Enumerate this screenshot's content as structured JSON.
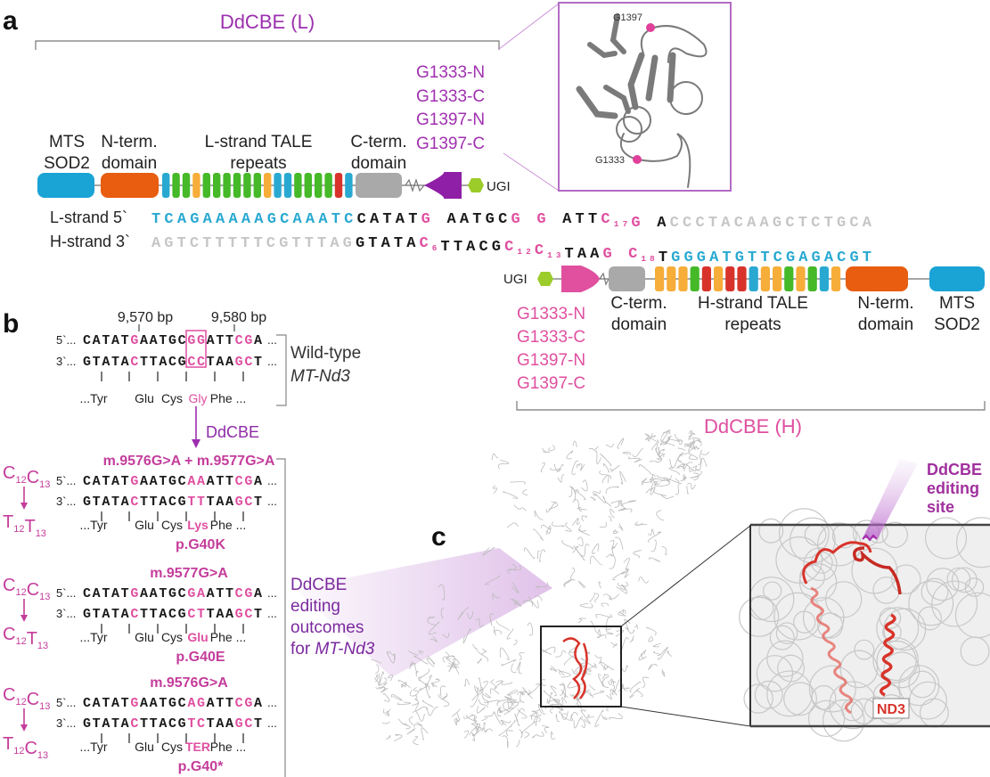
{
  "colors": {
    "purple": "#9b2fae",
    "pink": "#df4fa0",
    "blue": "#29a9d1",
    "orange": "#e85d0f",
    "gray": "#a9a9a9",
    "green": "#45b928",
    "red": "#d8332a",
    "yellow": "#f7ad3a",
    "lime": "#9ccc2a",
    "outcome_purple": "#7b2a9e"
  },
  "panel_a": {
    "label": "a",
    "l_title": "DdCBE (L)",
    "l_sites": [
      "G1333-N",
      "G1333-C",
      "G1397-N",
      "G1397-C"
    ],
    "l_construct": {
      "mts": [
        "MTS",
        "SOD2"
      ],
      "nterm": [
        "N-term.",
        "domain"
      ],
      "tale": [
        "L-strand TALE",
        "repeats"
      ],
      "cterm": [
        "C-term.",
        "domain"
      ],
      "ugi": "UGI",
      "repeats": [
        "blue",
        "green",
        "green",
        "yellow",
        "green",
        "green",
        "green",
        "green",
        "green",
        "green",
        "yellow",
        "blue",
        "blue",
        "green",
        "green",
        "green",
        "green",
        "red",
        "blue"
      ]
    },
    "structure": {
      "site_top": "G1397",
      "site_bottom": "G1333"
    },
    "l_strand": {
      "label": "L-strand 5`",
      "segments": [
        {
          "t": "TCAGAAAAAGCAAATC",
          "c": "blue"
        },
        {
          "t": "CATAT",
          "c": "black"
        },
        {
          "t": "G",
          "c": "pink"
        },
        {
          "t": " AATGC",
          "c": "black"
        },
        {
          "t": "G",
          "c": "pink"
        },
        {
          "t": " ",
          "c": "black"
        },
        {
          "t": "G",
          "c": "pink"
        },
        {
          "t": " ATT",
          "c": "black"
        },
        {
          "t": "C",
          "c": "pink",
          "sub": "17"
        },
        {
          "t": "G",
          "c": "pink"
        },
        {
          "t": " A",
          "c": "black"
        },
        {
          "t": "CCCTACAAGCTCTGCA",
          "c": "light"
        }
      ]
    },
    "h_strand": {
      "label": "H-strand 3`",
      "segments": [
        {
          "t": "AGTCTTTTTCGTTTAG",
          "c": "light"
        },
        {
          "t": "GTATA",
          "c": "black"
        },
        {
          "t": "C",
          "c": "pink",
          "sub": "6"
        },
        {
          "t": "TTACG",
          "c": "black"
        },
        {
          "t": "C",
          "c": "pink",
          "sub": "12"
        },
        {
          "t": "C",
          "c": "pink",
          "sub": "13"
        },
        {
          "t": "TAA",
          "c": "black"
        },
        {
          "t": "G",
          "c": "pink"
        },
        {
          "t": " ",
          "c": "black"
        },
        {
          "t": "C",
          "c": "pink",
          "sub": "18"
        },
        {
          "t": "T",
          "c": "black"
        },
        {
          "t": "GGGATGTTCGAGACGT",
          "c": "blue"
        }
      ]
    },
    "h_construct": {
      "ugi": "UGI",
      "cterm": [
        "C-term.",
        "domain"
      ],
      "tale": [
        "H-strand TALE",
        "repeats"
      ],
      "nterm": [
        "N-term.",
        "domain"
      ],
      "mts": [
        "MTS",
        "SOD2"
      ],
      "repeats": [
        "yellow",
        "yellow",
        "yellow",
        "green",
        "red",
        "yellow",
        "red",
        "red",
        "blue",
        "yellow",
        "yellow",
        "green",
        "yellow",
        "green",
        "blue",
        "yellow"
      ]
    },
    "h_sites": [
      "G1333-N",
      "G1333-C",
      "G1397-N",
      "G1397-C"
    ],
    "h_title": "DdCBE (H)"
  },
  "panel_b": {
    "label": "b",
    "pos_left": "9,570 bp",
    "pos_right": "9,580 bp",
    "wildtype": {
      "top": [
        {
          "t": "CATAT",
          "c": "black"
        },
        {
          "t": "G",
          "c": "pink"
        },
        {
          "t": "AATGC",
          "c": "black"
        },
        {
          "t": "GG",
          "c": "pink"
        },
        {
          "t": "ATT",
          "c": "black"
        },
        {
          "t": "CG",
          "c": "pink"
        },
        {
          "t": "A",
          "c": "black"
        }
      ],
      "bottom": [
        {
          "t": "GTATA",
          "c": "black"
        },
        {
          "t": "C",
          "c": "pink"
        },
        {
          "t": "TTACG",
          "c": "black"
        },
        {
          "t": "CC",
          "c": "pink"
        },
        {
          "t": "TAA",
          "c": "black"
        },
        {
          "t": "GC",
          "c": "pink"
        },
        {
          "t": "T",
          "c": "black"
        }
      ],
      "aa": [
        "...Tyr",
        "Glu",
        "Cys",
        "Gly",
        "Phe ..."
      ],
      "aa_highlight": 3,
      "label1": "Wild-type",
      "label2": "MT-Nd3"
    },
    "arrow_label": "DdCBE",
    "prime5": "5`...",
    "prime3": "3`...",
    "dots": "...",
    "outcomes": [
      {
        "from": [
          "C",
          "12",
          "C",
          "13"
        ],
        "to": [
          "T",
          "12",
          "T",
          "13"
        ],
        "mutation": "m.9576G>A + m.9577G>A",
        "top": [
          {
            "t": "CATAT",
            "c": "black"
          },
          {
            "t": "G",
            "c": "pink"
          },
          {
            "t": "AATGC",
            "c": "black"
          },
          {
            "t": "AA",
            "c": "pink"
          },
          {
            "t": "ATT",
            "c": "black"
          },
          {
            "t": "CG",
            "c": "pink"
          },
          {
            "t": "A",
            "c": "black"
          }
        ],
        "bottom": [
          {
            "t": "GTATA",
            "c": "black"
          },
          {
            "t": "C",
            "c": "pink"
          },
          {
            "t": "TTACG",
            "c": "black"
          },
          {
            "t": "TT",
            "c": "pink"
          },
          {
            "t": "TAA",
            "c": "black"
          },
          {
            "t": "GC",
            "c": "pink"
          },
          {
            "t": "T",
            "c": "black"
          }
        ],
        "aa": [
          "...Tyr",
          "Glu",
          "Cys",
          "Lys",
          "Phe ..."
        ],
        "protein": "p.G40K"
      },
      {
        "from": [
          "C",
          "12",
          "C",
          "13"
        ],
        "to": [
          "C",
          "12",
          "T",
          "13"
        ],
        "mutation": "m.9577G>A",
        "top": [
          {
            "t": "CATAT",
            "c": "black"
          },
          {
            "t": "G",
            "c": "pink"
          },
          {
            "t": "AATGC",
            "c": "black"
          },
          {
            "t": "GA",
            "c": "pink"
          },
          {
            "t": "ATT",
            "c": "black"
          },
          {
            "t": "CG",
            "c": "pink"
          },
          {
            "t": "A",
            "c": "black"
          }
        ],
        "bottom": [
          {
            "t": "GTATA",
            "c": "black"
          },
          {
            "t": "C",
            "c": "pink"
          },
          {
            "t": "TTACG",
            "c": "black"
          },
          {
            "t": "CT",
            "c": "pink"
          },
          {
            "t": "TAA",
            "c": "black"
          },
          {
            "t": "GC",
            "c": "pink"
          },
          {
            "t": "T",
            "c": "black"
          }
        ],
        "aa": [
          "...Tyr",
          "Glu",
          "Cys",
          "Glu",
          "Phe ..."
        ],
        "protein": "p.G40E"
      },
      {
        "from": [
          "C",
          "12",
          "C",
          "13"
        ],
        "to": [
          "T",
          "12",
          "C",
          "13"
        ],
        "mutation": "m.9576G>A",
        "top": [
          {
            "t": "CATAT",
            "c": "black"
          },
          {
            "t": "G",
            "c": "pink"
          },
          {
            "t": "AATGC",
            "c": "black"
          },
          {
            "t": "AG",
            "c": "pink"
          },
          {
            "t": "ATT",
            "c": "black"
          },
          {
            "t": "CG",
            "c": "pink"
          },
          {
            "t": "A",
            "c": "black"
          }
        ],
        "bottom": [
          {
            "t": "GTATA",
            "c": "black"
          },
          {
            "t": "C",
            "c": "pink"
          },
          {
            "t": "TTACG",
            "c": "black"
          },
          {
            "t": "TC",
            "c": "pink"
          },
          {
            "t": "TAA",
            "c": "black"
          },
          {
            "t": "GC",
            "c": "pink"
          },
          {
            "t": "T",
            "c": "black"
          }
        ],
        "aa": [
          "...Tyr",
          "Glu",
          "Cys",
          "TER",
          "Phe ..."
        ],
        "protein": "p.G40*"
      }
    ],
    "outcomes_label": [
      "DdCBE",
      "editing",
      "outcomes",
      "for "
    ],
    "outcomes_gene": "MT-Nd3"
  },
  "panel_c": {
    "label": "c",
    "site_label": [
      "DdCBE",
      "editing",
      "site"
    ],
    "protein_label": "ND3"
  }
}
